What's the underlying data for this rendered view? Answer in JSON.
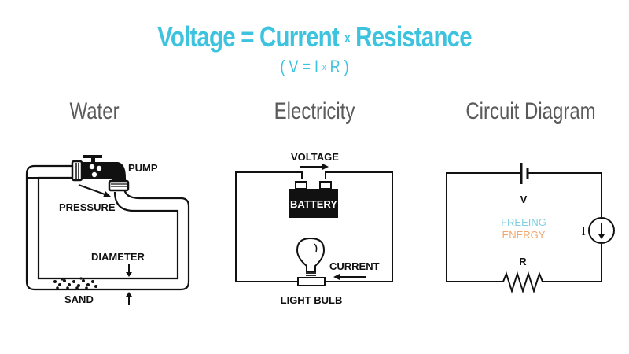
{
  "header": {
    "title_left": "Voltage = Current",
    "title_times": "x",
    "title_right": "Resistance",
    "subtitle_left": "( V = I",
    "subtitle_times": "x",
    "subtitle_right": "R )"
  },
  "sections": {
    "water": {
      "heading": "Water",
      "labels": {
        "pump": "PUMP",
        "pressure": "PRESSURE",
        "diameter": "DIAMETER",
        "sand": "SAND"
      }
    },
    "electricity": {
      "heading": "Electricity",
      "labels": {
        "voltage": "VOLTAGE",
        "battery": "BATTERY",
        "current": "CURRENT",
        "light_bulb": "LIGHT BULB"
      }
    },
    "circuit": {
      "heading": "Circuit Diagram",
      "labels": {
        "v": "V",
        "i": "I",
        "r": "R"
      },
      "watermark_line1": "FREEING",
      "watermark_line2": "ENERGY"
    }
  },
  "colors": {
    "accent": "#3ec3df",
    "heading": "#5a5a5a",
    "watermark_blue": "#7fd0e0",
    "watermark_orange": "#f2a66a"
  }
}
